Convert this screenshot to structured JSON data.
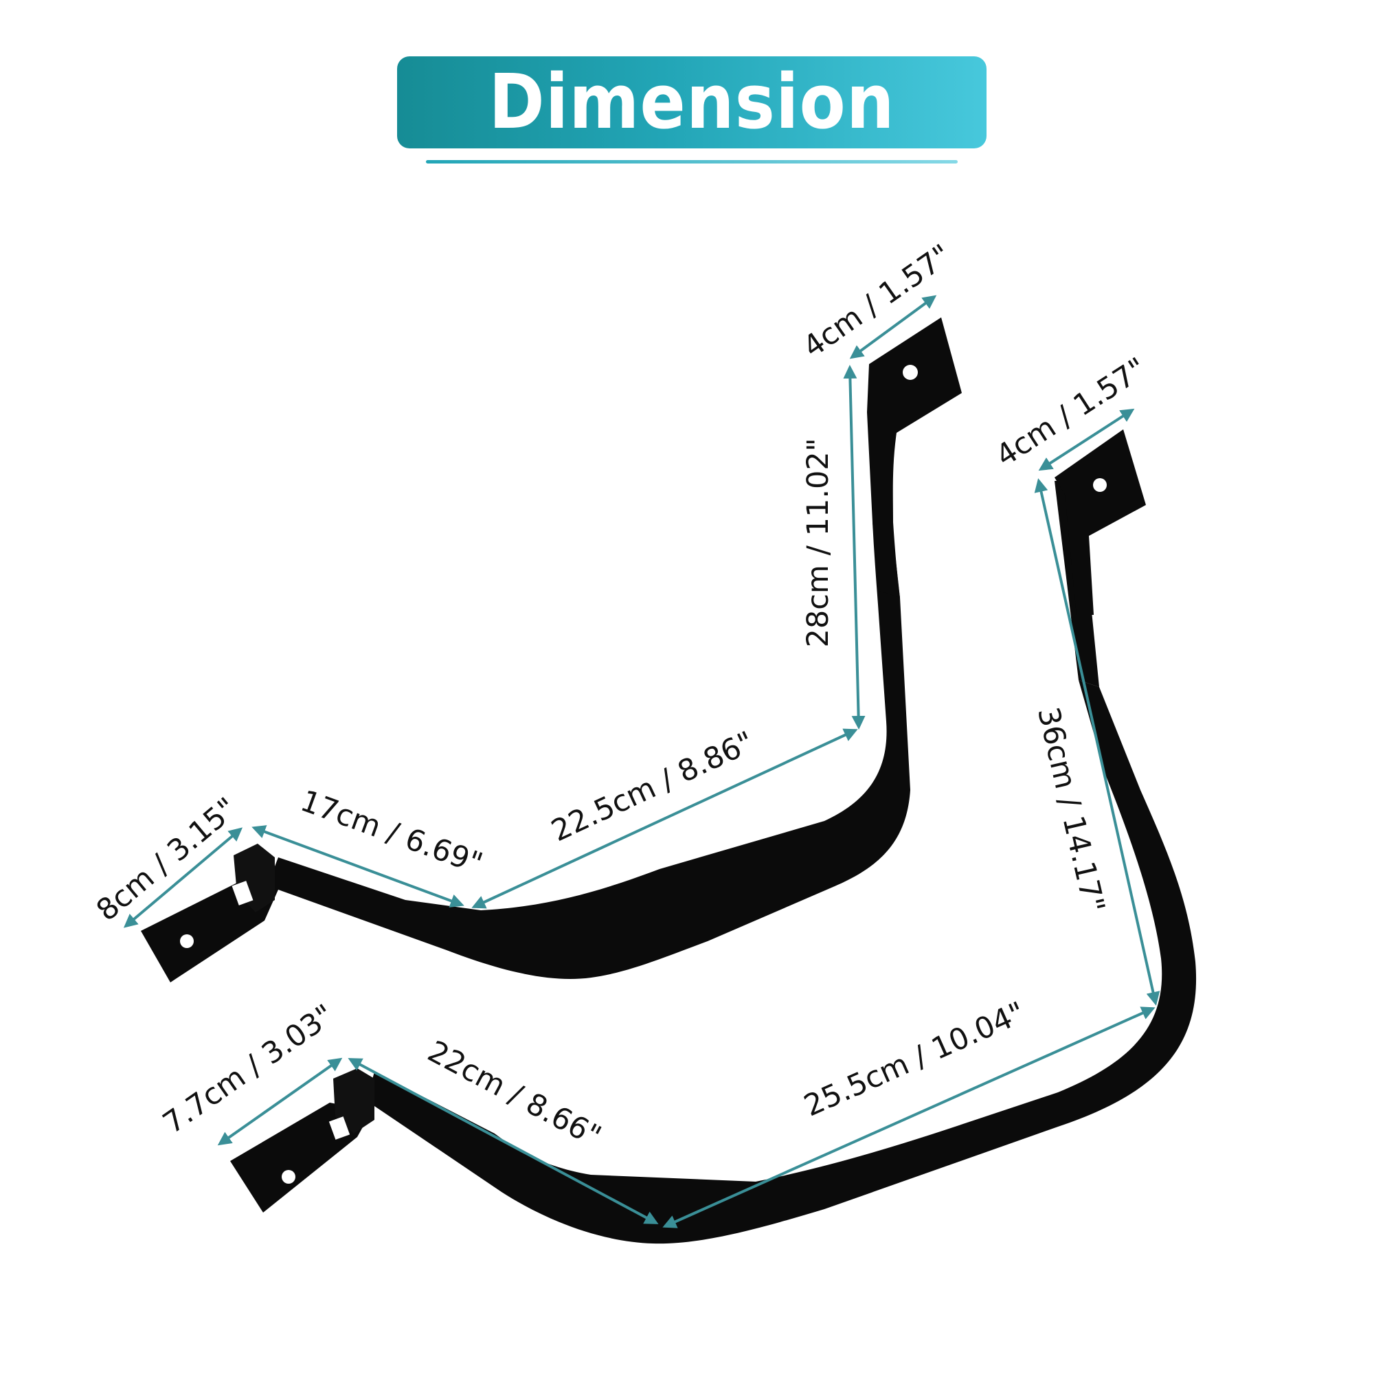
{
  "banner": {
    "title": "Dimension"
  },
  "colors": {
    "accent": "#22a5b6",
    "dimension_line": "#3a8f97",
    "strap": "#0b0b0b"
  },
  "dimensions": {
    "upper_strap": {
      "top_tab_width": "4cm / 1.57\"",
      "vertical_length": "28cm / 11.02\"",
      "long_segment": "22.5cm / 8.86\"",
      "short_segment": "17cm / 6.69\"",
      "end_tab_width": "8cm / 3.15\""
    },
    "lower_strap": {
      "top_tab_width": "4cm / 1.57\"",
      "vertical_length": "36cm / 14.17\"",
      "long_segment": "25.5cm / 10.04\"",
      "short_segment": "22cm / 8.66\"",
      "end_tab_width": "7.7cm / 3.03\""
    }
  }
}
